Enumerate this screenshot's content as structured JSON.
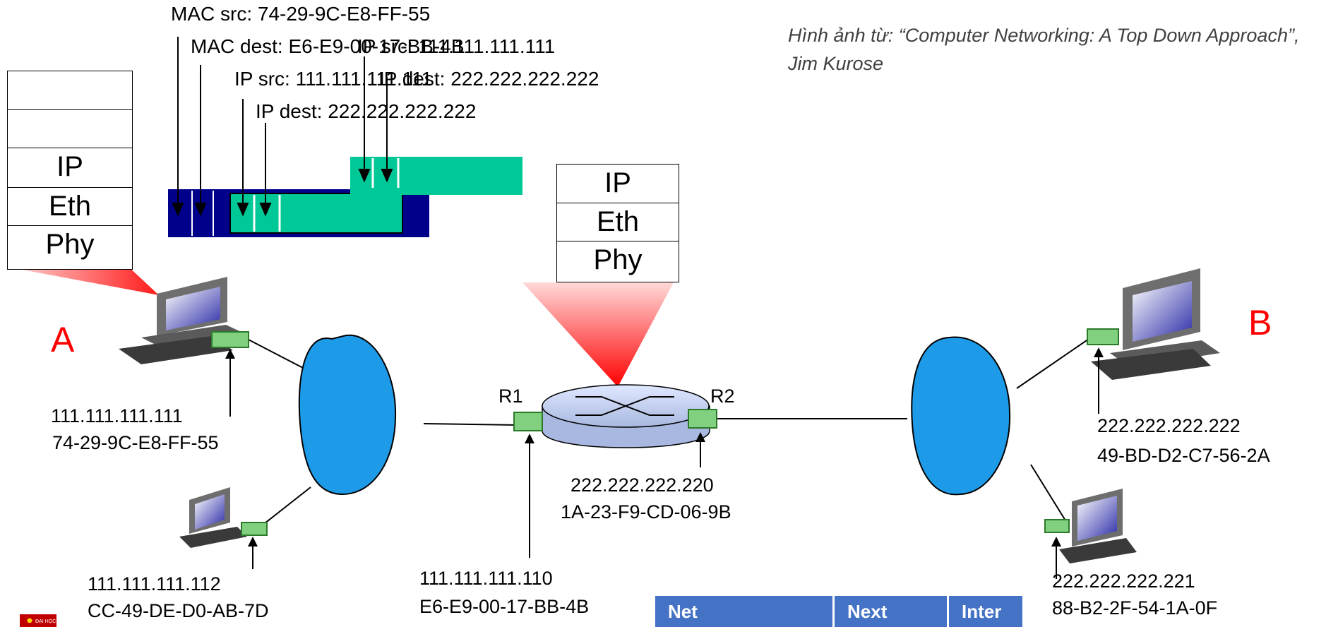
{
  "headers": {
    "mac_src": "MAC src: 74-29-9C-E8-FF-55",
    "mac_dest": "MAC dest: E6-E9-00-17-BB-4B",
    "ip_src_1": "IP src: 111.111.111.111",
    "ip_dest_1": "IP dest: 222.222.222.222",
    "ip_src_2": "IP src: 111.111.111.111",
    "ip_dest_2": "IP dest: 222.222.222.222"
  },
  "credit": "Hình ảnh từ: “Computer Networking: A Top Down Approach”, Jim Kurose",
  "host_a_stack": [
    "",
    "",
    "IP",
    "Eth",
    "Phy"
  ],
  "router_stack": [
    "IP",
    "Eth",
    "Phy"
  ],
  "host_a": {
    "label": "A",
    "ip": "111.111.111.111",
    "mac": "74-29-9C-E8-FF-55"
  },
  "host_a2": {
    "ip": "111.111.111.112",
    "mac": "CC-49-DE-D0-AB-7D"
  },
  "host_b": {
    "label": "B",
    "ip": "222.222.222.222",
    "mac": "49-BD-D2-C7-56-2A"
  },
  "host_b2": {
    "ip": "222.222.222.221",
    "mac": "88-B2-2F-54-1A-0F"
  },
  "router": {
    "left_port_label": "R1",
    "right_port_label": "R2",
    "right_ip": "222.222.222.220",
    "right_mac": "1A-23-F9-CD-06-9B",
    "left_ip": "111.111.111.110",
    "left_mac": "E6-E9-00-17-BB-4B"
  },
  "routing_table": {
    "headers": [
      "Net",
      "Next",
      "Inter"
    ]
  },
  "colors": {
    "frame": "#00008b",
    "datagram": "#00c896",
    "cloud": "#1e9be8",
    "port": "#80d080",
    "label_red": "#ff0000",
    "table_header": "#4472c4"
  }
}
